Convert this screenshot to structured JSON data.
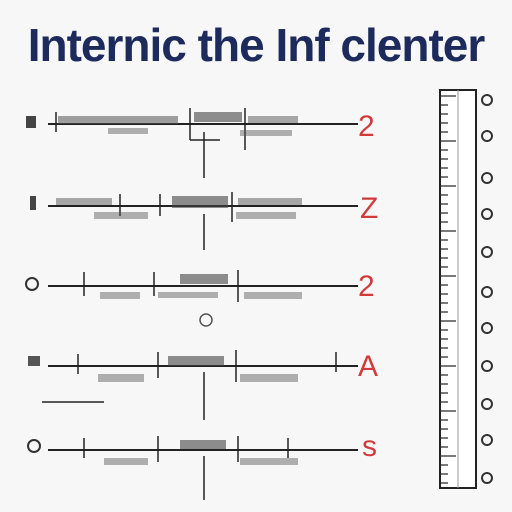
{
  "title": "Internic the Inf clenter",
  "rows": [
    {
      "red_label": "2"
    },
    {
      "red_label": "Z"
    },
    {
      "red_label": "2"
    },
    {
      "red_label": "A"
    },
    {
      "red_label": "s"
    }
  ],
  "colors": {
    "title": "#1c2a5c",
    "red": "#d23b3b",
    "line": "#222222",
    "ink": "#333333"
  }
}
